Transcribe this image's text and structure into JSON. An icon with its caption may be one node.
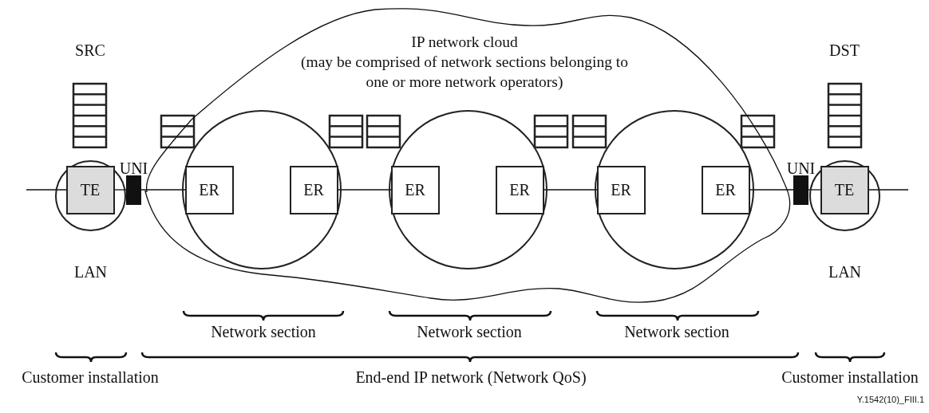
{
  "diagram": {
    "nodes": [
      {
        "text": [],
        "shape": "circle",
        "beside": [
          "LAN"
        ]
      },
      {
        "text": [
          "TE"
        ],
        "in": 0
      },
      {
        "text": [],
        "shape": "bar",
        "beside": [
          "UNI"
        ]
      },
      {
        "text": [
          "IP network cloud",
          "(may be comprised of network sections belonging to one or more network operators)"
        ]
      },
      {
        "text": [],
        "shape": "circle",
        "in": 3
      },
      {
        "text": [
          "ER"
        ],
        "in": 4
      },
      {
        "text": [
          "ER"
        ],
        "in": 4
      },
      {
        "text": [],
        "shape": "circle",
        "in": 3
      },
      {
        "text": [
          "ER"
        ],
        "in": 7
      },
      {
        "text": [
          "ER"
        ],
        "in": 7
      },
      {
        "text": [],
        "shape": "circle",
        "in": 3
      },
      {
        "text": [
          "ER"
        ],
        "in": 10
      },
      {
        "text": [
          "ER"
        ],
        "in": 10
      },
      {
        "text": [],
        "shape": "bar",
        "beside": [
          "UNI"
        ]
      },
      {
        "text": [],
        "shape": "circle",
        "beside": [
          "LAN"
        ]
      },
      {
        "text": [
          "TE"
        ],
        "in": 14
      }
    ],
    "edges": [
      {
        "from": null,
        "to": 1,
        "arrow": "none"
      },
      {
        "from": 1,
        "to": 2,
        "arrow": "none"
      },
      {
        "from": 2,
        "to": 5,
        "arrow": "none"
      },
      {
        "from": 6,
        "to": 8,
        "arrow": "none"
      },
      {
        "from": 9,
        "to": 11,
        "arrow": "none"
      },
      {
        "from": 12,
        "to": 13,
        "arrow": "none"
      },
      {
        "from": 13,
        "to": 15,
        "arrow": "none"
      },
      {
        "from": 15,
        "to": null,
        "arrow": "none"
      }
    ],
    "labels": [
      "SRC",
      "DST",
      "Network section",
      "Network section",
      "Network section",
      "Customer installation",
      "End-end IP network (Network QoS)",
      "Customer installation",
      "Y.1542(10)_FIII.1"
    ]
  }
}
